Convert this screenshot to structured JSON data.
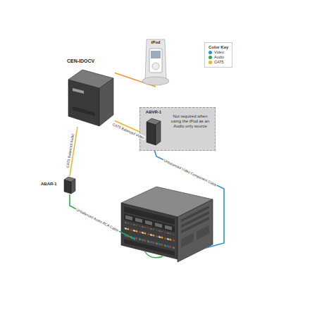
{
  "diagram": {
    "nodes": [
      {
        "text": [
          "iPod"
        ]
      },
      {
        "text": [
          "CEN-IDOCV"
        ]
      },
      {
        "text": [
          "Not required when using the iPod as an Audio only source"
        ]
      },
      {
        "text": [
          "ABVR-1"
        ],
        "in": 2
      },
      {
        "text": [
          "ABAR-1"
        ]
      }
    ],
    "edges": [
      {
        "from": 1,
        "to": 0,
        "arrow": "none"
      },
      {
        "from": 1,
        "to": 3,
        "arrow": "none",
        "label": "CAT5 Balanced Video"
      },
      {
        "from": 1,
        "to": 4,
        "arrow": "none",
        "label": "CAT5 Balanced Audio"
      }
    ],
    "labels": [
      "Color Key",
      "Unbalanced Audio RCA Cable",
      "Unbalanced Video Component Cable"
    ],
    "legend": [
      {
        "text": "Video",
        "color": "#2f8fd0"
      },
      {
        "text": "Audio",
        "color": "#2eaa4a"
      },
      {
        "text": "CAT5",
        "color": "#f0b429"
      }
    ]
  }
}
